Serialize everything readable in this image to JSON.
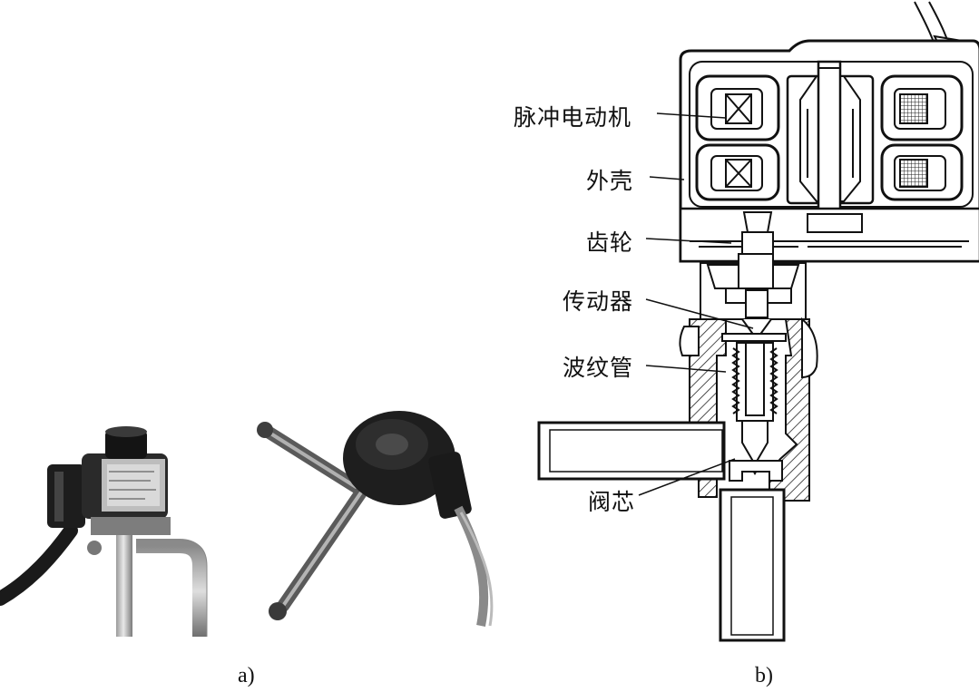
{
  "panel_a": {
    "caption": "a)",
    "photos": [
      {
        "name": "expansion-valve-photo-1",
        "icon": "valve-photo"
      },
      {
        "name": "expansion-valve-photo-2",
        "icon": "valve-photo"
      }
    ]
  },
  "panel_b": {
    "caption": "b)",
    "labels": {
      "pulse_motor": "脉冲电动机",
      "housing": "外壳",
      "gear": "齿轮",
      "actuator": "传动器",
      "bellows": "波纹管",
      "valve_core": "阀芯"
    }
  }
}
